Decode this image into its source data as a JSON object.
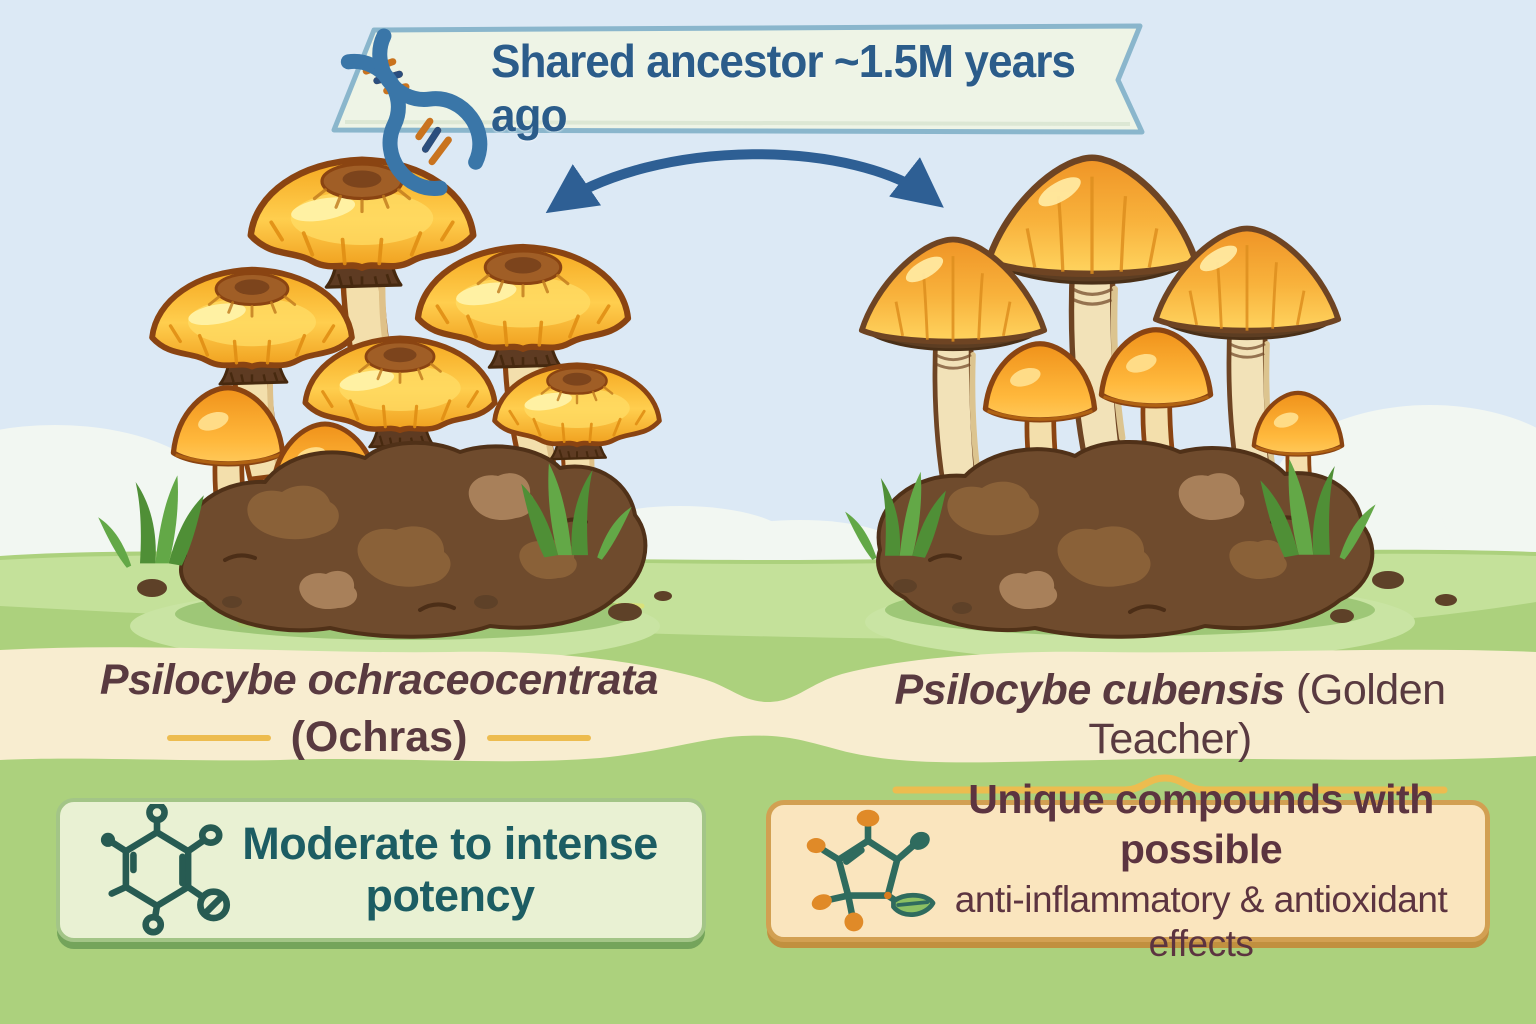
{
  "banner": {
    "text": "Shared ancestor ~1.5M years ago",
    "icon": "dna-helix-icon"
  },
  "left": {
    "species_name": "Psilocybe ochraceocentrata",
    "species_alias": "(Ochras)",
    "info_text": "Moderate to intense potency",
    "info_icon": "molecule-icon"
  },
  "right": {
    "species_name": "Psilocybe cubensis",
    "species_alias": "(Golden Teacher)",
    "info_line1": "Unique compounds with possible",
    "info_line2": "anti-inflammatory & antioxidant effects",
    "info_icon": "molecule-leaf-icon"
  },
  "colors": {
    "banner_text": "#2B5C8A",
    "banner_fill": "#EEF4E6",
    "banner_border": "#8AB6CC",
    "arrow": "#2E5F94",
    "species_text": "#593A40",
    "gold_accent": "#EDBC4F",
    "left_info_text": "#1C5D63",
    "left_box_bg": "#E9F1D3",
    "left_box_border": "#A3C587",
    "right_info_text": "#5C3440",
    "right_box_bg": "#FAE5BE",
    "right_box_border": "#D2A052",
    "sky": "#DCE9F5",
    "grass": "#ACD17D",
    "cream_band": "#F8EDD0",
    "mushroom_gold": "#FFC93B",
    "mushroom_orange": "#F executive8B23C",
    "dirt": "#6F4B2D"
  }
}
